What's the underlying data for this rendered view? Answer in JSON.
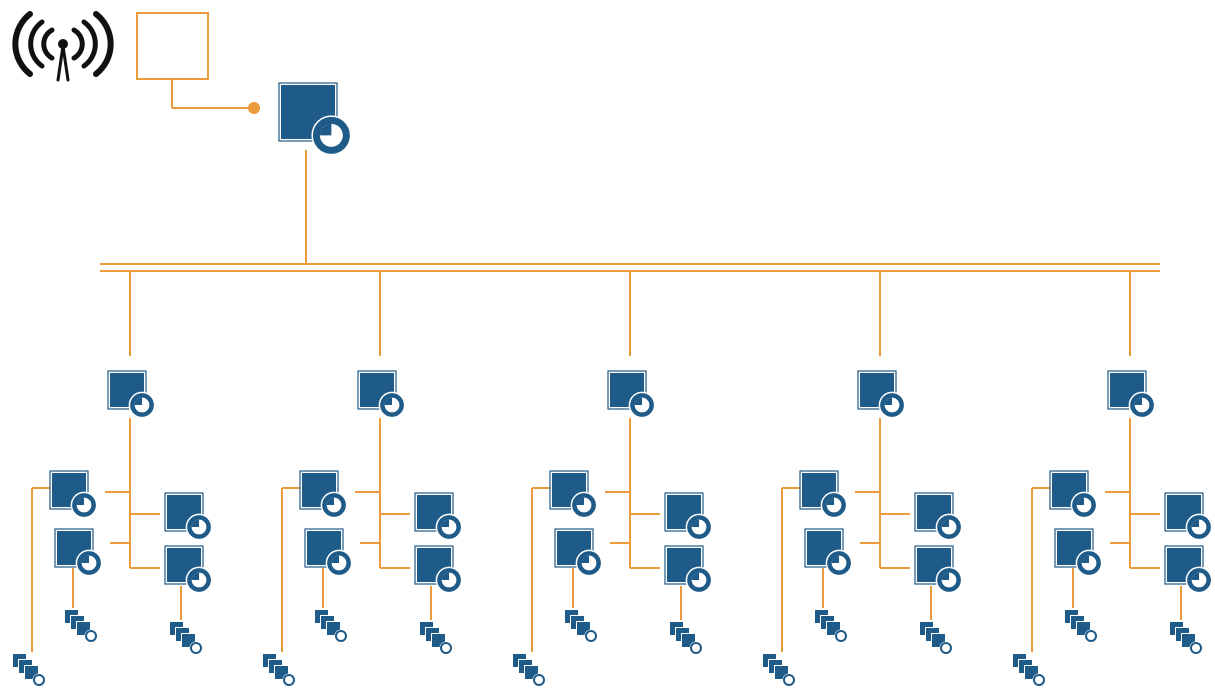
{
  "diagram": {
    "colors": {
      "connector": "#eb9a3c",
      "device": "#1f5b88",
      "antenna": "#111111",
      "background": "#ffffff"
    },
    "icons": {
      "wireless": "wireless-antenna-icon",
      "gateway": "gateway-box",
      "root": "root-controller-icon",
      "branch": "branch-controller-icon",
      "node": "node-controller-icon",
      "cluster": "device-cluster-icon"
    },
    "structure": {
      "branches": 5,
      "nodes_per_branch": 4,
      "clusters_per_branch": 3,
      "labels": []
    }
  }
}
